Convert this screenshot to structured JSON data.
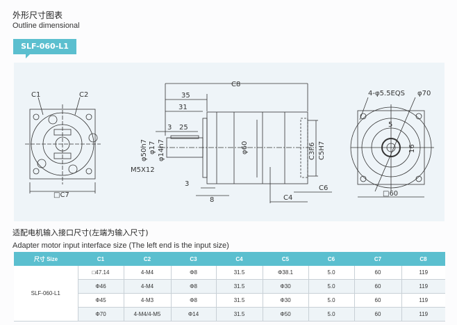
{
  "title_cn": "外形尺寸图表",
  "title_en": "Outline dimensional",
  "model_tag": "SLF-060-L1",
  "diagram": {
    "left_view": {
      "c1": "C1",
      "c2": "C2",
      "c7": "□C7"
    },
    "side_view": {
      "c8": "C8",
      "d35": "35",
      "d31": "31",
      "d3a": "3",
      "d25": "25",
      "phi50": "φ50h7",
      "phi17": "φ17",
      "phi14": "φ14h7",
      "m5": "M5X12",
      "d3b": "3",
      "d8": "8",
      "phi60": "φ60",
      "c3": "C3F6",
      "c5": "C5H7",
      "c6": "C6",
      "c4": "C4"
    },
    "right_view": {
      "holes": "4-φ5.5EQS",
      "phi70": "φ70",
      "key": "5",
      "height": "16",
      "square": "□60"
    }
  },
  "section_cn": "适配电机输入接口尺寸(左端为输入尺寸)",
  "section_en": "Adapter motor input interface size (The left end is the input size)",
  "table": {
    "headers": [
      "尺寸 Size",
      "C1",
      "C2",
      "C3",
      "C4",
      "C5",
      "C6",
      "C7",
      "C8"
    ],
    "model": "SLF-060-L1",
    "rows": [
      [
        "□47.14",
        "4-M4",
        "Φ8",
        "31.5",
        "Φ38.1",
        "5.0",
        "60",
        "119"
      ],
      [
        "Φ46",
        "4-M4",
        "Φ8",
        "31.5",
        "Φ30",
        "5.0",
        "60",
        "119"
      ],
      [
        "Φ45",
        "4-M3",
        "Φ8",
        "31.5",
        "Φ30",
        "5.0",
        "60",
        "119"
      ],
      [
        "Φ70",
        "4-M4/4-M5",
        "Φ14",
        "31.5",
        "Φ50",
        "5.0",
        "60",
        "119"
      ]
    ]
  },
  "colors": {
    "accent": "#5bbfcf",
    "diagram_bg": "#eef4f8"
  }
}
